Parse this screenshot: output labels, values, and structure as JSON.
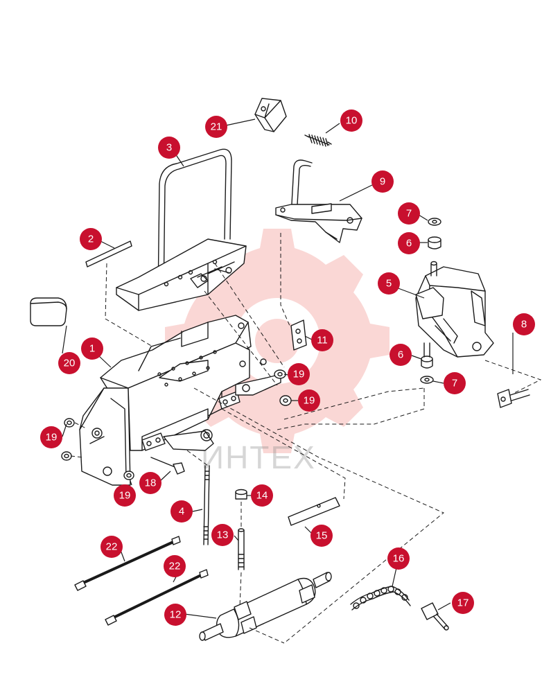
{
  "colors": {
    "callout": "#c8102e",
    "callout_text": "#ffffff",
    "line": "#1a1a1a",
    "watermark": "#e8493f"
  },
  "watermark": {
    "text": "ИНТЕХ",
    "icon": "gear-logo-icon"
  },
  "callouts": [
    {
      "id": "c1",
      "label": "1"
    },
    {
      "id": "c2",
      "label": "2"
    },
    {
      "id": "c3",
      "label": "3"
    },
    {
      "id": "c4",
      "label": "4"
    },
    {
      "id": "c5",
      "label": "5"
    },
    {
      "id": "c6a",
      "label": "6"
    },
    {
      "id": "c6b",
      "label": "6"
    },
    {
      "id": "c7a",
      "label": "7"
    },
    {
      "id": "c7b",
      "label": "7"
    },
    {
      "id": "c8",
      "label": "8"
    },
    {
      "id": "c9",
      "label": "9"
    },
    {
      "id": "c10",
      "label": "10"
    },
    {
      "id": "c11",
      "label": "11"
    },
    {
      "id": "c12",
      "label": "12"
    },
    {
      "id": "c13",
      "label": "13"
    },
    {
      "id": "c14",
      "label": "14"
    },
    {
      "id": "c15",
      "label": "15"
    },
    {
      "id": "c16",
      "label": "16"
    },
    {
      "id": "c17",
      "label": "17"
    },
    {
      "id": "c18",
      "label": "18"
    },
    {
      "id": "c19a",
      "label": "19"
    },
    {
      "id": "c19b",
      "label": "19"
    },
    {
      "id": "c19c",
      "label": "19"
    },
    {
      "id": "c19d",
      "label": "19"
    },
    {
      "id": "c20",
      "label": "20"
    },
    {
      "id": "c21",
      "label": "21"
    },
    {
      "id": "c22a",
      "label": "22"
    },
    {
      "id": "c22b",
      "label": "22"
    }
  ]
}
